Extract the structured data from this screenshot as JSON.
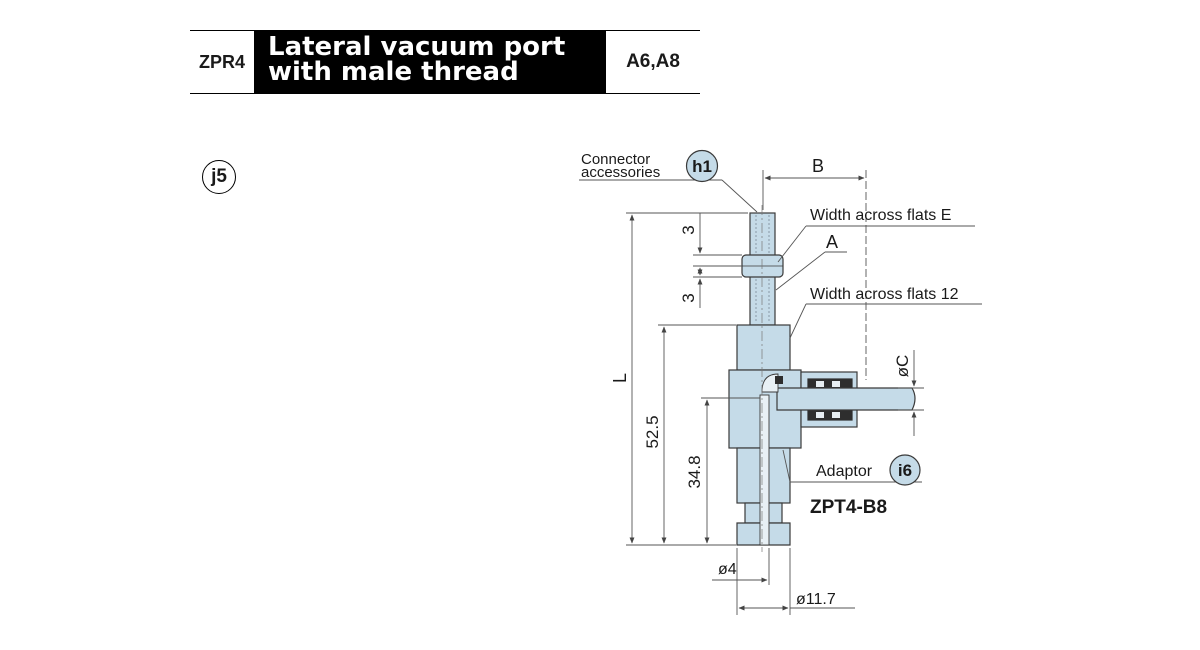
{
  "header": {
    "model_code": "ZPR4",
    "title_line1": "Lateral vacuum port",
    "title_line2": "with male thread",
    "sizes": "A6,A8"
  },
  "side_badge": "j5",
  "drawing": {
    "connector_label_line1": "Connector",
    "connector_label_line2": "accessories",
    "connector_badge": "h1",
    "dim_B": "B",
    "width_flats_E": "Width across flats E",
    "dim_A": "A",
    "width_flats_12": "Width across flats 12",
    "dim_3_top": "3",
    "dim_3_bottom": "3",
    "dim_L": "L",
    "dim_52_5": "52.5",
    "dim_34_8": "34.8",
    "dim_oC": "øC",
    "adaptor_label": "Adaptor",
    "adaptor_badge": "i6",
    "adaptor_model": "ZPT4-B8",
    "dim_o4": "ø4",
    "dim_o11_7": "ø11.7"
  },
  "colors": {
    "part_fill": "#c5dbe8",
    "part_stroke": "#3a3a3a",
    "dim_line": "#555555",
    "header_bg": "#000000"
  }
}
